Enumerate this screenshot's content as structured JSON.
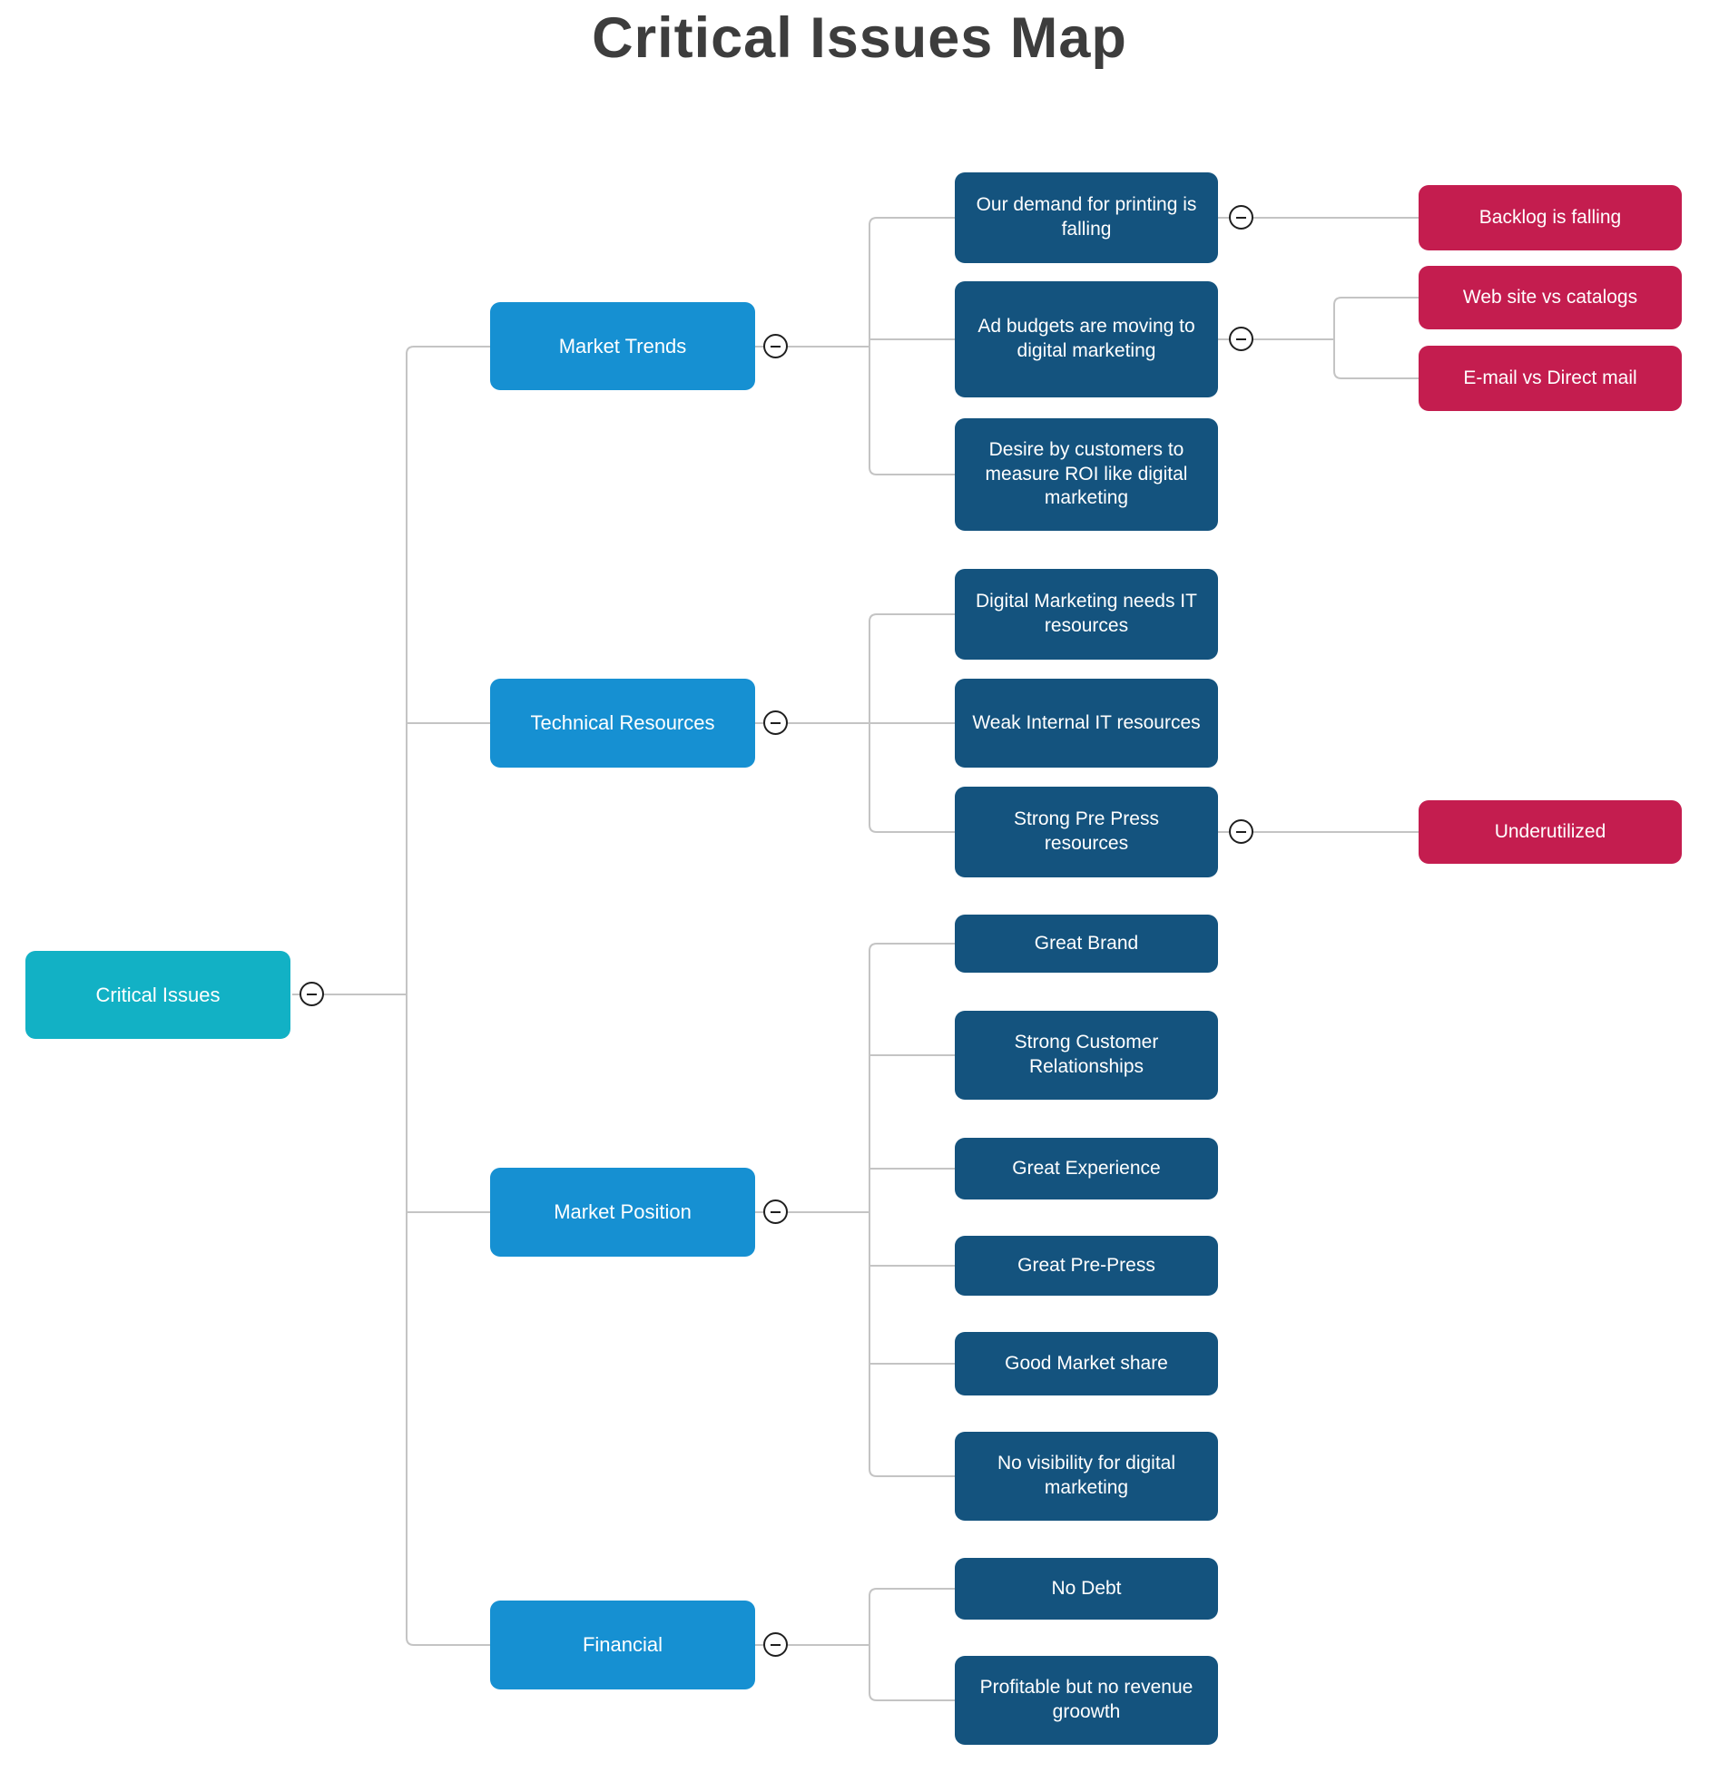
{
  "title": "Critical Issues Map",
  "colors": {
    "root": "#12b1c5",
    "branch": "#1690d2",
    "sub": "#14537e",
    "leaf": "#c41d4f",
    "connector": "#c4c4c4",
    "title": "#3d3d3d"
  },
  "root": {
    "label": "Critical Issues"
  },
  "branches": [
    {
      "label": "Market Trends",
      "children": [
        {
          "label": "Our demand for printing is falling",
          "children": [
            {
              "label": "Backlog is falling"
            }
          ]
        },
        {
          "label": "Ad budgets are moving to digital marketing",
          "children": [
            {
              "label": "Web site vs catalogs"
            },
            {
              "label": "E-mail vs Direct mail"
            }
          ]
        },
        {
          "label": "Desire by customers to measure ROI like digital marketing"
        }
      ]
    },
    {
      "label": "Technical Resources",
      "children": [
        {
          "label": "Digital Marketing needs IT resources"
        },
        {
          "label": "Weak Internal IT resources"
        },
        {
          "label": "Strong Pre Press resources",
          "children": [
            {
              "label": "Underutilized"
            }
          ]
        }
      ]
    },
    {
      "label": "Market Position",
      "children": [
        {
          "label": "Great Brand"
        },
        {
          "label": "Strong Customer Relationships"
        },
        {
          "label": "Great Experience"
        },
        {
          "label": "Great Pre-Press"
        },
        {
          "label": "Good Market share"
        },
        {
          "label": "No visibility for digital marketing"
        }
      ]
    },
    {
      "label": "Financial",
      "children": [
        {
          "label": "No Debt"
        },
        {
          "label": "Profitable but no revenue groowth"
        }
      ]
    }
  ]
}
